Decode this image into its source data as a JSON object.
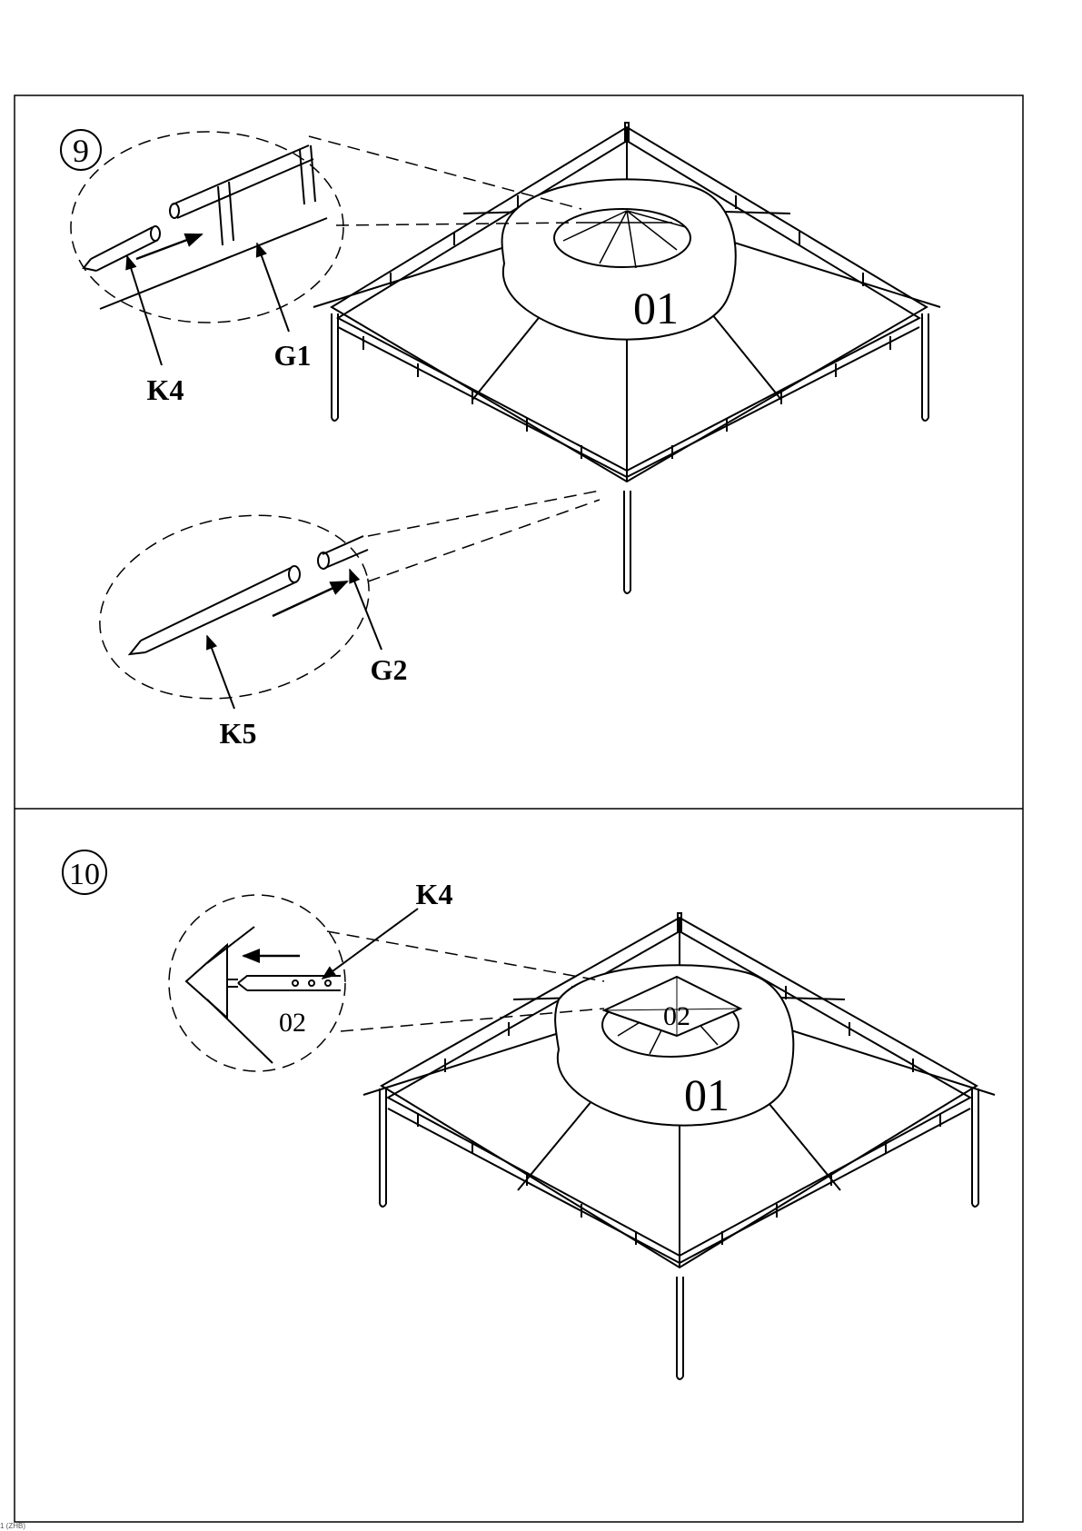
{
  "steps": [
    {
      "number": "9",
      "callouts": {
        "top_detail_pole": "K4",
        "top_detail_frame": "G1",
        "bottom_detail_pole": "K5",
        "bottom_detail_frame": "G2"
      },
      "canopy_label": "01"
    },
    {
      "number": "10",
      "callouts": {
        "pole": "K4",
        "detail_part": "02"
      },
      "canopy_label": "01",
      "top_cap_label": "02"
    }
  ],
  "footer": "1 (ZHB)"
}
